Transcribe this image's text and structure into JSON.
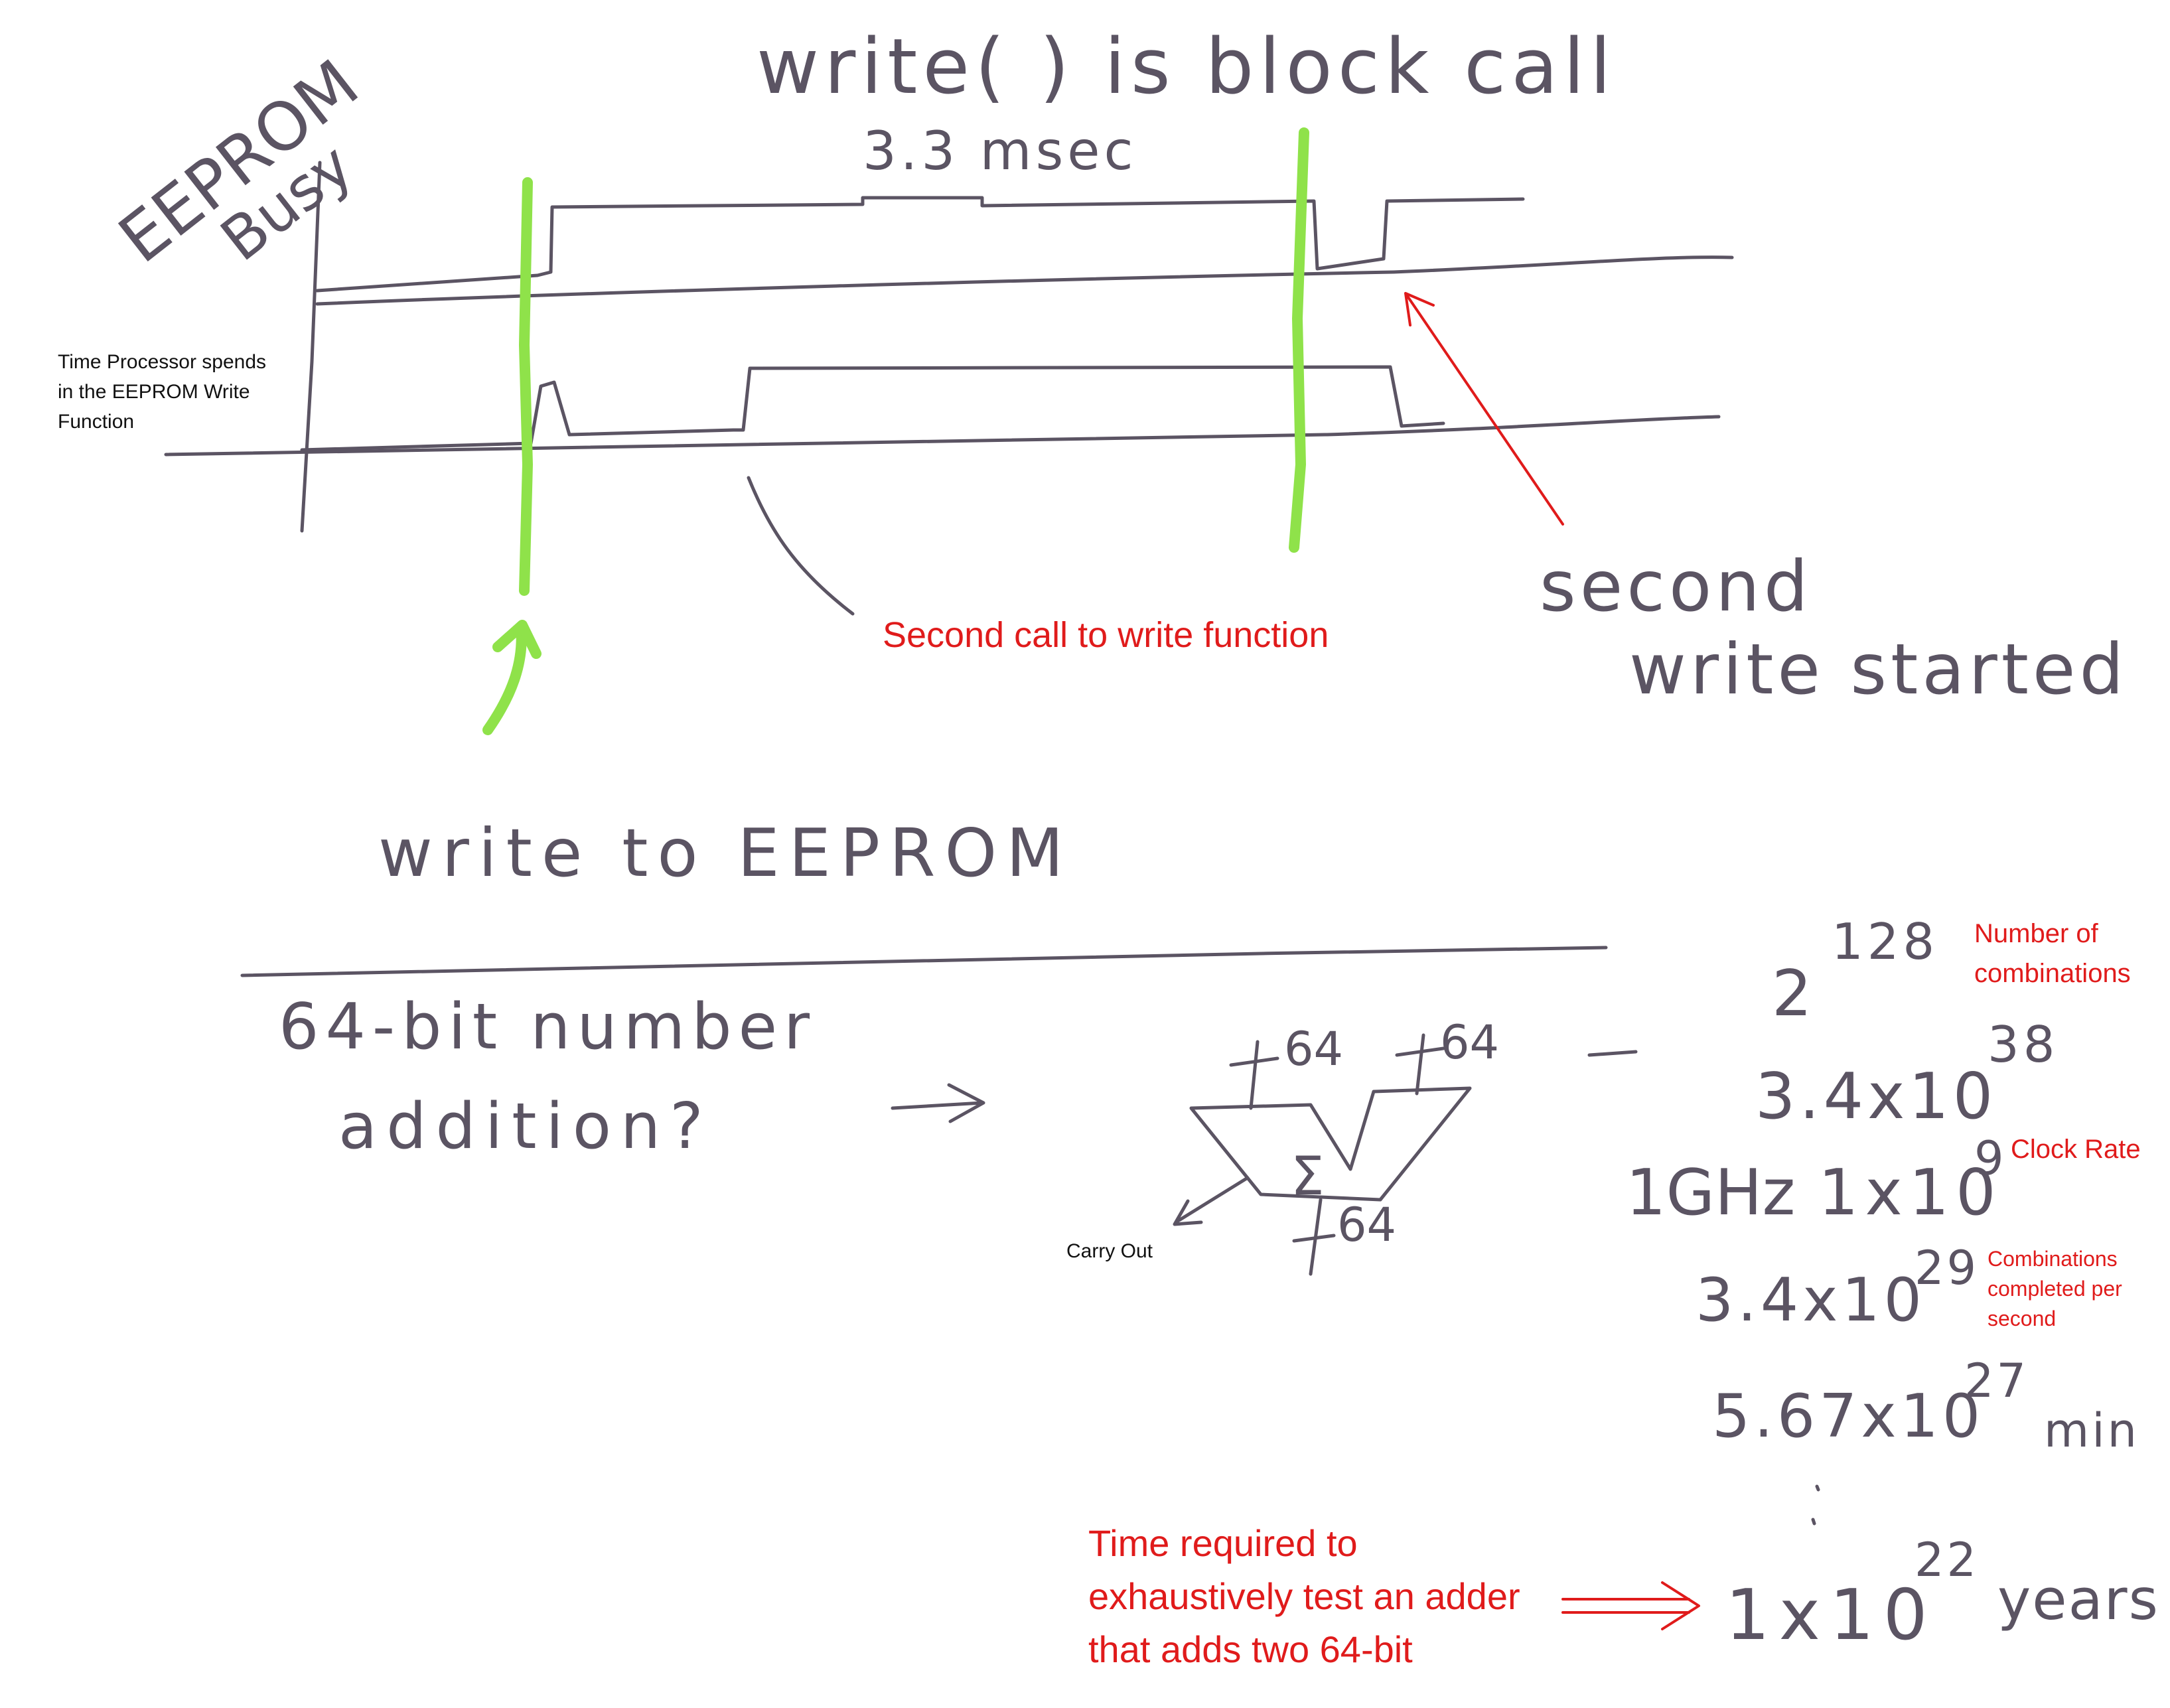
{
  "colors": {
    "ink": "#5b5463",
    "green_marker": "#8fe24a",
    "red_annotation": "#e01b1b",
    "black_text": "#111111",
    "background": "#ffffff"
  },
  "timing": {
    "title": "write( ) is block call",
    "duration": "3.3 msec",
    "axis_label_line1": "EEPROM",
    "axis_label_line2": "Busy",
    "processor_label_line1": "Time Processor spends",
    "processor_label_line2": "in the EEPROM Write",
    "processor_label_line3": "Function",
    "second_call_label": "Second call to write function",
    "second_write_line1": "second",
    "second_write_line2": "write started",
    "green_arrow_caption": "write to EEPROM"
  },
  "adder": {
    "question_line1": "64-bit number",
    "question_line2": "addition?",
    "input_a_width": "64",
    "input_b_width": "64",
    "output_width": "64",
    "sigma": "Σ",
    "carry_out": "Carry Out"
  },
  "calc": {
    "power_base": "2",
    "power_exp": "128",
    "power_note_line1": "Number of",
    "power_note_line2": "combinations",
    "combos_mantissa": "3.4x10",
    "combos_exp": "38",
    "clock_ghz": "1GHz",
    "clock_mantissa": "1x10",
    "clock_exp": "9",
    "clock_note": "Clock Rate",
    "per_sec_mantissa": "3.4x10",
    "per_sec_exp": "29",
    "per_sec_note_line1": "Combinations",
    "per_sec_note_line2": "completed per",
    "per_sec_note_line3": "second",
    "per_min_mantissa": "5.67x10",
    "per_min_exp": "27",
    "per_min_unit": "min",
    "years_mantissa": "1x10",
    "years_exp": "22",
    "years_unit": "years",
    "time_note_line1": "Time required to",
    "time_note_line2": "exhaustively test an adder",
    "time_note_line3": "that adds two 64-bit"
  }
}
